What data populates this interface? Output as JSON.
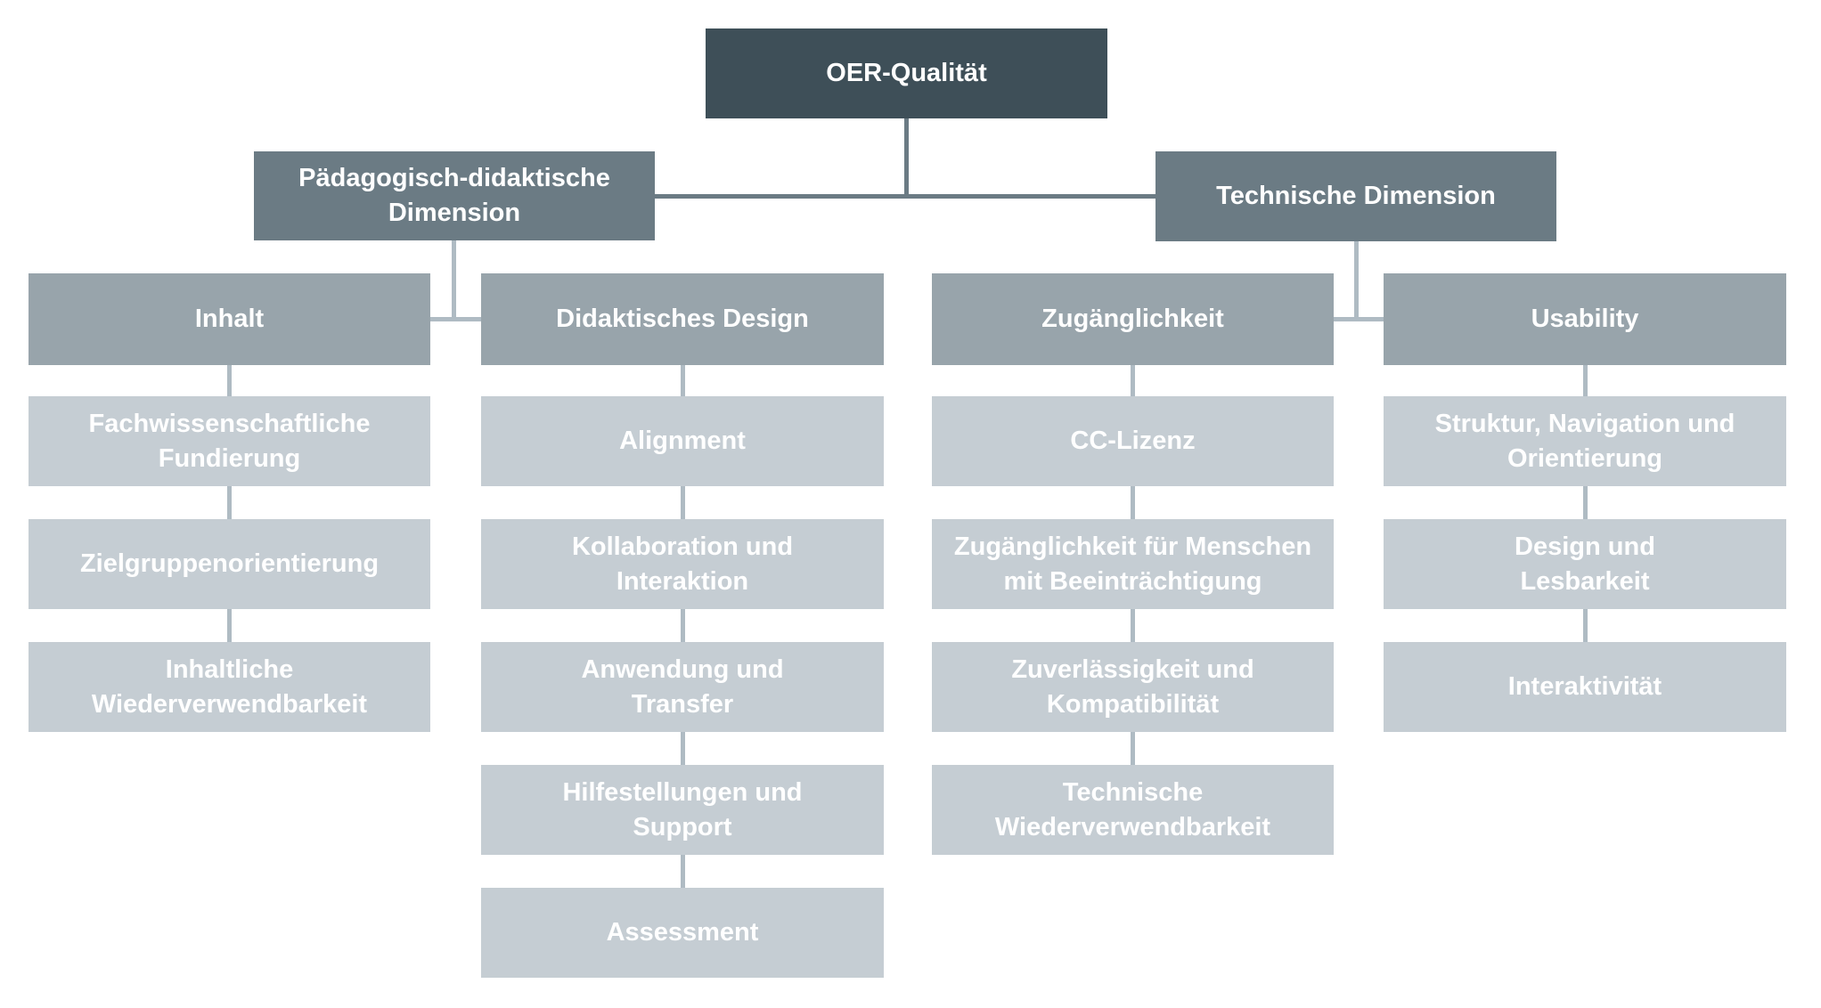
{
  "title": "OER-Qualität",
  "root": {
    "label": "OER-Qualität"
  },
  "branches": [
    {
      "label": "Pädagogisch-didaktische\nDimension",
      "columns": [
        {
          "header": "Inhalt",
          "items": [
            "Fachwissenschaftliche\nFundierung",
            "Zielgruppenorientierung",
            "Inhaltliche\nWiederverwendbarkeit"
          ]
        },
        {
          "header": "Didaktisches Design",
          "items": [
            "Alignment",
            "Kollaboration und\nInteraktion",
            "Anwendung und\nTransfer",
            "Hilfestellungen und\nSupport",
            "Assessment"
          ]
        }
      ]
    },
    {
      "label": "Technische Dimension",
      "columns": [
        {
          "header": "Zugänglichkeit",
          "items": [
            "CC-Lizenz",
            "Zugänglichkeit für Menschen\nmit Beeinträchtigung",
            "Zuverlässigkeit und\nKompatibilität",
            "Technische\nWiederverwendbarkeit"
          ]
        },
        {
          "header": "Usability",
          "items": [
            "Struktur, Navigation und\nOrientierung",
            "Design und\nLesbarkeit",
            "Interaktivität"
          ]
        }
      ]
    }
  ],
  "palette": {
    "root_bg": "#3E4F58",
    "dimension_bg": "#6B7B84",
    "category_bg": "#98A4AB",
    "item_bg": "#C5CDD3",
    "connector_dark": "#6B7B84",
    "connector_light": "#AFBBC3",
    "text": "#FFFFFF",
    "background": "#FFFFFF"
  }
}
